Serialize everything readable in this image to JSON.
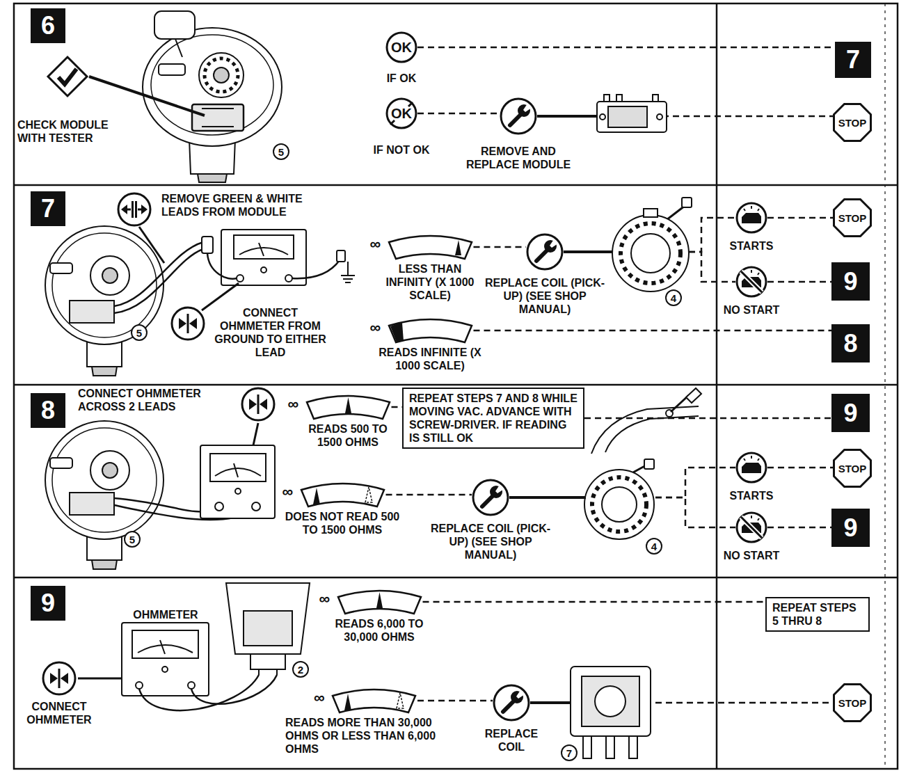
{
  "diagram": {
    "nodes": [
      {
        "text": [
          "6"
        ]
      },
      {
        "text": [
          "CHECK MODULE WITH TESTER"
        ]
      },
      {
        "text": [
          "OK",
          "IF OK"
        ]
      },
      {
        "text": [
          "7"
        ]
      },
      {
        "text": [
          "OK",
          "IF NOT OK"
        ]
      },
      {
        "text": [
          "REMOVE AND REPLACE MODULE"
        ]
      },
      {
        "text": [
          "STOP"
        ]
      },
      {
        "text": [
          "7"
        ]
      },
      {
        "text": [
          "REMOVE GREEN & WHITE LEADS FROM MODULE"
        ]
      },
      {
        "text": [
          "CONNECT OHMMETER FROM GROUND TO EITHER LEAD"
        ]
      },
      {
        "text": [
          "∞",
          "LESS THAN INFINITY (X 1000 SCALE)"
        ]
      },
      {
        "text": [
          "REPLACE COIL (PICK-UP) (SEE SHOP MANUAL)"
        ]
      },
      {
        "text": [
          "STARTS"
        ]
      },
      {
        "text": [
          "STOP"
        ]
      },
      {
        "text": [
          "NO START"
        ]
      },
      {
        "text": [
          "9"
        ]
      },
      {
        "text": [
          "∞",
          "READS INFINITE (X 1000 SCALE)"
        ]
      },
      {
        "text": [
          "8"
        ]
      },
      {
        "text": [
          "8"
        ]
      },
      {
        "text": [
          "CONNECT OHMMETER ACROSS 2 LEADS"
        ]
      },
      {
        "text": [
          "∞",
          "READS 500 TO 1500 OHMS"
        ]
      },
      {
        "text": [
          "REPEAT STEPS 7 AND 8 WHILE MOVING VAC. ADVANCE WITH SCREW-DRIVER. IF READING IS STILL OK"
        ]
      },
      {
        "text": [
          "9"
        ]
      },
      {
        "text": [
          "∞",
          "DOES NOT READ 500 TO 1500 OHMS"
        ]
      },
      {
        "text": [
          "REPLACE COIL (PICK-UP) (SEE SHOP MANUAL)"
        ]
      },
      {
        "text": [
          "STARTS"
        ]
      },
      {
        "text": [
          "STOP"
        ]
      },
      {
        "text": [
          "NO START"
        ]
      },
      {
        "text": [
          "9"
        ]
      },
      {
        "text": [
          "9"
        ]
      },
      {
        "text": [
          "CONNECT OHMMETER"
        ]
      },
      {
        "text": [
          "∞",
          "READS 6,000 TO 30,000 OHMS"
        ]
      },
      {
        "text": [
          "REPEAT STEPS 5 THRU 8"
        ]
      },
      {
        "text": [
          "∞",
          "READS MORE THAN 30,000 OHMS OR LESS THAN 6,000 OHMS"
        ]
      },
      {
        "text": [
          "REPLACE COIL"
        ]
      },
      {
        "text": [
          "STOP"
        ]
      }
    ],
    "edges": [
      {
        "from": 2,
        "to": 3,
        "arrow": "none"
      },
      {
        "from": 4,
        "to": 5,
        "arrow": "none"
      },
      {
        "from": 5,
        "to": 6,
        "arrow": "none"
      },
      {
        "from": 10,
        "to": 11,
        "arrow": "none"
      },
      {
        "from": 11,
        "to": 12,
        "arrow": "none"
      },
      {
        "from": 11,
        "to": 14,
        "arrow": "none"
      },
      {
        "from": 12,
        "to": 13,
        "arrow": "none"
      },
      {
        "from": 14,
        "to": 15,
        "arrow": "none"
      },
      {
        "from": 16,
        "to": 17,
        "arrow": "none"
      },
      {
        "from": 20,
        "to": 21,
        "arrow": "none"
      },
      {
        "from": 21,
        "to": 22,
        "arrow": "none"
      },
      {
        "from": 23,
        "to": 24,
        "arrow": "none"
      },
      {
        "from": 24,
        "to": 25,
        "arrow": "none"
      },
      {
        "from": 24,
        "to": 27,
        "arrow": "none"
      },
      {
        "from": 25,
        "to": 26,
        "arrow": "none"
      },
      {
        "from": 27,
        "to": 28,
        "arrow": "none"
      },
      {
        "from": 31,
        "to": 32,
        "arrow": "none"
      },
      {
        "from": 33,
        "to": 34,
        "arrow": "none"
      },
      {
        "from": 34,
        "to": 35,
        "arrow": "none"
      }
    ],
    "labels": [
      "5",
      "5",
      "4",
      "5",
      "4",
      "OHMMETER",
      "2",
      "7"
    ]
  }
}
